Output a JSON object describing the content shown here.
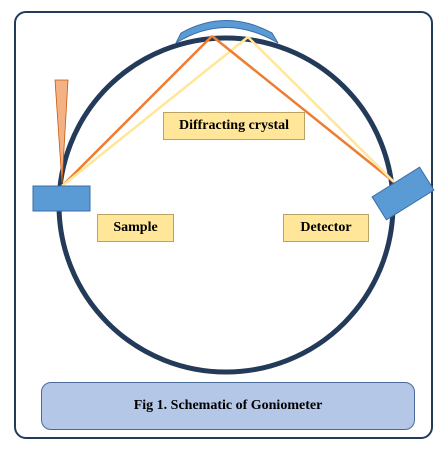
{
  "labels": {
    "crystal": "Diffracting crystal",
    "sample": "Sample",
    "detector": "Detector"
  },
  "caption": "Fig 1. Schematic of Goniometer",
  "colors": {
    "circle": "#243a59",
    "components": "#5b9bd5",
    "incident_beam": "#f4b183",
    "beam_orange": "#ed7d31",
    "beam_yellow": "#ffe699",
    "label_fill": "#ffe699",
    "caption_fill": "#b4c7e7"
  }
}
